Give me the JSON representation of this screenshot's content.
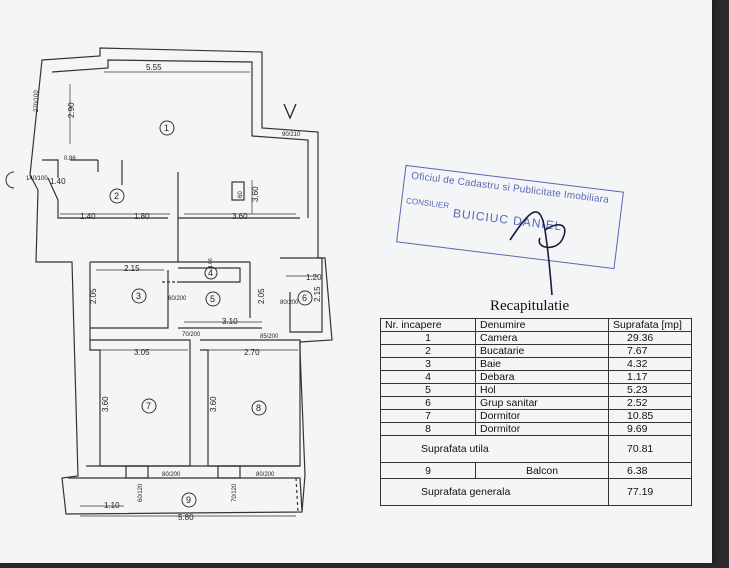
{
  "plan": {
    "dimensions": {
      "top_width": "5.55",
      "left_height": "2.90",
      "left_window": "270/100",
      "kitchen_window": "140/100",
      "kitchen_height": "1.40",
      "kitchen_w1": "1.40",
      "kitchen_w2": "1.80",
      "small_mark": "0.86",
      "hall_w": "3.60",
      "door_top": "90/210",
      "camera_h": "3.60",
      "niche": "60",
      "bath_w": "2.15",
      "bath_h": "2.05",
      "bath_door": "60/200",
      "closet_mark": "1.66",
      "hall_h": "2.05",
      "hall_door": "80/200",
      "wc_w": "1.20",
      "wc_h": "2.15",
      "hall_w2": "3.10",
      "door_70": "70/200",
      "door_85": "85/200",
      "room7_w": "3.05",
      "room8_w": "2.70",
      "room7_h": "3.60",
      "room8_h": "3.60",
      "door_80a": "80/200",
      "door_80b": "80/200",
      "win_60": "60/120",
      "win_70": "70/120",
      "balc_w1": "1.10",
      "balc_w": "5.80"
    },
    "room_numbers": [
      "1",
      "2",
      "3",
      "4",
      "5",
      "6",
      "7",
      "8",
      "9"
    ]
  },
  "stamp": {
    "line1": "Oficiul de Cadastru si Publicitate Imobiliara",
    "line2": "CONSILIER",
    "line3": "BUICIUC DANIEL"
  },
  "recap": {
    "title": "Recapitulatie",
    "headers": [
      "Nr. incapere",
      "Denumire",
      "Suprafata [mp]"
    ],
    "rows": [
      {
        "nr": "1",
        "name": "Camera",
        "area": "29.36"
      },
      {
        "nr": "2",
        "name": "Bucatarie",
        "area": "7.67"
      },
      {
        "nr": "3",
        "name": "Baie",
        "area": "4.32"
      },
      {
        "nr": "4",
        "name": "Debara",
        "area": "1.17"
      },
      {
        "nr": "5",
        "name": "Hol",
        "area": "5.23"
      },
      {
        "nr": "6",
        "name": "Grup sanitar",
        "area": "2.52"
      },
      {
        "nr": "7",
        "name": "Dormitor",
        "area": "10.85"
      },
      {
        "nr": "8",
        "name": "Dormitor",
        "area": "9.69"
      }
    ],
    "utila_label": "Suprafata utila",
    "utila_value": "70.81",
    "balcon": {
      "nr": "9",
      "name": "Balcon",
      "area": "6.38"
    },
    "generala_label": "Suprafata generala",
    "generala_value": "77.19"
  }
}
